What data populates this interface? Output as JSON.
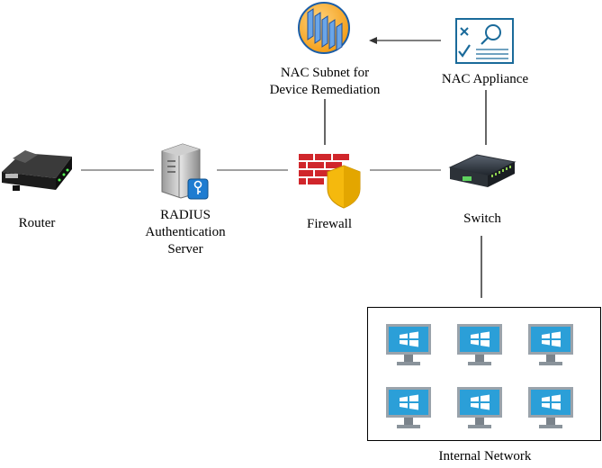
{
  "nodes": {
    "router": {
      "label": "Router",
      "icon": "router-icon"
    },
    "radius": {
      "label": "RADIUS\nAuthentication\nServer",
      "icon": "server-key-icon"
    },
    "firewall": {
      "label": "Firewall",
      "icon": "firewall-shield-icon"
    },
    "switch": {
      "label": "Switch",
      "icon": "network-switch-icon"
    },
    "nac_subnet": {
      "label": "NAC Subnet for\nDevice Remediation",
      "icon": "subnet-icon"
    },
    "nac_appliance": {
      "label": "NAC Appliance",
      "icon": "checklist-icon"
    },
    "internal_network": {
      "label": "Internal Network",
      "icon": "windows-desktop-icon",
      "workstation_count": 6
    }
  },
  "colors": {
    "line": "#808080",
    "arrow": "#333333",
    "firewall_brick": "#d0262b",
    "shield": "#f5b90d",
    "monitor": "#2b9fd8",
    "nac_appliance": "#1a6a9a"
  }
}
